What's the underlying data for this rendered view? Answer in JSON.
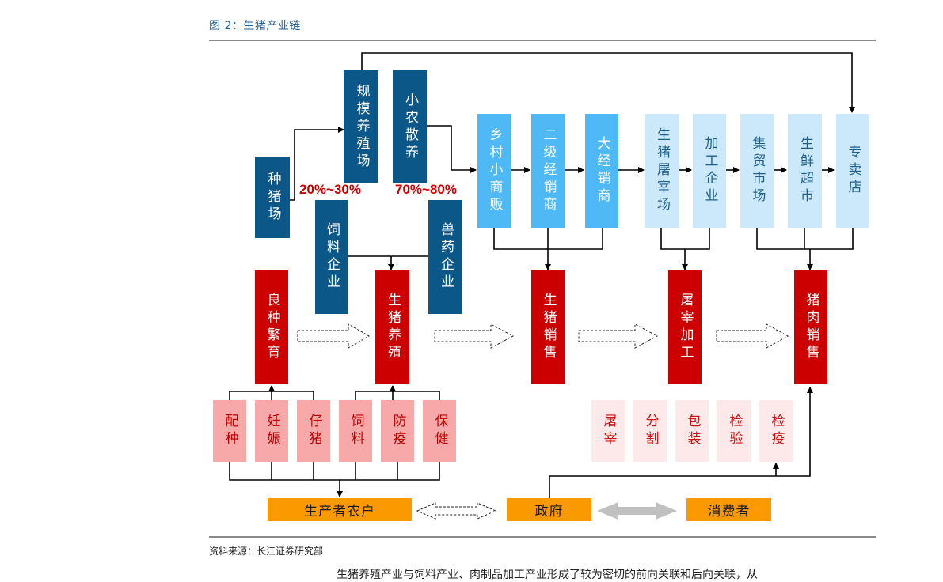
{
  "figure": {
    "caption": "图 2：生猪产业链",
    "source": "资料来源：长江证券研究部",
    "body_text_partial": "生猪养殖产业与饲料产业、肉制品加工产业形成了较为密切的前向关联和后向关联，从"
  },
  "colors": {
    "dark_blue": "#0b5787",
    "light_blue": "#4eb9f5",
    "pale_blue": "#cbe9fb",
    "red": "#cc0000",
    "pink": "#f7a9a9",
    "blush": "#fde9e9",
    "orange": "#fb9a00",
    "gray_arrow": "#c0c0c0"
  },
  "upstream": {
    "breeding_farm": "种猪场",
    "large_farm": "规模养殖场",
    "small_farm": "小农散养",
    "large_share": "20%~30%",
    "small_share": "70%~80%",
    "feed_company": "饲料企业",
    "vet_company": "兽药企业"
  },
  "distribution": [
    {
      "label": "乡村小商贩",
      "tone": "light"
    },
    {
      "label": "二级经销商",
      "tone": "light"
    },
    {
      "label": "大经销商",
      "tone": "light"
    },
    {
      "label": "生猪屠宰场",
      "tone": "pale"
    },
    {
      "label": "加工企业",
      "tone": "pale"
    },
    {
      "label": "集贸市场",
      "tone": "pale"
    },
    {
      "label": "生鲜超市",
      "tone": "pale"
    },
    {
      "label": "专卖店",
      "tone": "pale"
    }
  ],
  "stages": [
    {
      "label": "良种繁育"
    },
    {
      "label": "生猪养殖"
    },
    {
      "label": "生猪销售"
    },
    {
      "label": "屠宰加工"
    },
    {
      "label": "猪肉销售"
    }
  ],
  "farming_inputs": [
    {
      "label": "配种"
    },
    {
      "label": "妊娠"
    },
    {
      "label": "仔猪"
    },
    {
      "label": "饲料"
    },
    {
      "label": "防疫"
    },
    {
      "label": "保健"
    }
  ],
  "regulation_items": [
    {
      "label": "屠宰"
    },
    {
      "label": "分割"
    },
    {
      "label": "包装"
    },
    {
      "label": "检验"
    },
    {
      "label": "检疫"
    }
  ],
  "actors": {
    "producers": "生产者农户",
    "government": "政府",
    "consumers": "消费者"
  }
}
